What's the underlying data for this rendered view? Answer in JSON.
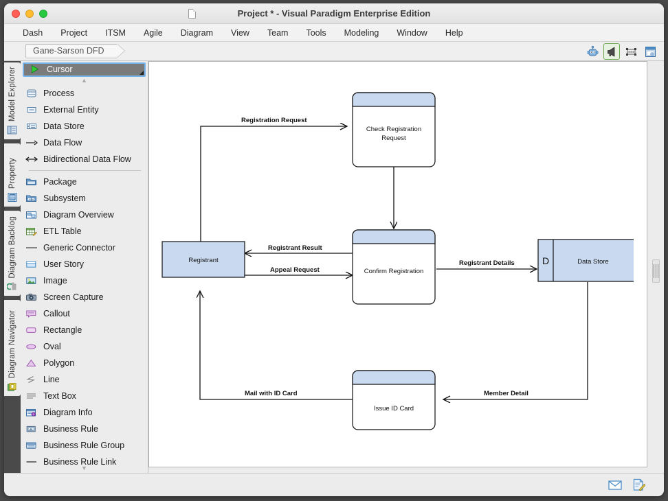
{
  "window": {
    "title": "Project * - Visual Paradigm Enterprise Edition",
    "doc_icon": "document-icon",
    "traffic_lights": [
      "close",
      "minimize",
      "maximize"
    ]
  },
  "menubar": {
    "items": [
      {
        "label": "Dash"
      },
      {
        "label": "Project"
      },
      {
        "label": "ITSM"
      },
      {
        "label": "Agile"
      },
      {
        "label": "Diagram"
      },
      {
        "label": "View"
      },
      {
        "label": "Team"
      },
      {
        "label": "Tools"
      },
      {
        "label": "Modeling"
      },
      {
        "label": "Window"
      },
      {
        "label": "Help"
      }
    ]
  },
  "tabstrip": {
    "active_tab": "Gane-Sarson DFD",
    "tools": [
      {
        "name": "ai-robot-icon",
        "active": false
      },
      {
        "name": "megaphone-icon",
        "active": true
      },
      {
        "name": "fit-size-icon",
        "active": false
      },
      {
        "name": "panel-layout-icon",
        "active": false
      }
    ]
  },
  "side_tabs": [
    {
      "label": "Model Explorer",
      "icon": "model-explorer-icon"
    },
    {
      "label": "Property",
      "icon": "property-icon"
    },
    {
      "label": "Diagram Backlog",
      "icon": "backlog-icon"
    },
    {
      "label": "Diagram Navigator",
      "icon": "navigator-icon"
    }
  ],
  "palette": {
    "selected": {
      "label": "Cursor",
      "icon": "cursor-arrow-icon"
    },
    "scroll_up": "▲",
    "scroll_down": "▼",
    "groups": [
      {
        "items": [
          {
            "label": "Process",
            "icon": "process-icon"
          },
          {
            "label": "External Entity",
            "icon": "external-entity-icon"
          },
          {
            "label": "Data Store",
            "icon": "data-store-icon"
          },
          {
            "label": "Data Flow",
            "icon": "data-flow-arrow-icon"
          },
          {
            "label": "Bidirectional Data Flow",
            "icon": "bidirectional-arrow-icon"
          }
        ]
      },
      {
        "items": [
          {
            "label": "Package",
            "icon": "package-icon"
          },
          {
            "label": "Subsystem",
            "icon": "subsystem-icon"
          },
          {
            "label": "Diagram Overview",
            "icon": "diagram-overview-icon"
          },
          {
            "label": "ETL Table",
            "icon": "etl-table-icon"
          },
          {
            "label": "Generic Connector",
            "icon": "generic-connector-icon"
          },
          {
            "label": "User Story",
            "icon": "user-story-icon"
          },
          {
            "label": "Image",
            "icon": "image-icon"
          },
          {
            "label": "Screen Capture",
            "icon": "screen-capture-icon"
          },
          {
            "label": "Callout",
            "icon": "callout-icon"
          },
          {
            "label": "Rectangle",
            "icon": "rectangle-icon"
          },
          {
            "label": "Oval",
            "icon": "oval-icon"
          },
          {
            "label": "Polygon",
            "icon": "polygon-icon"
          },
          {
            "label": "Line",
            "icon": "line-icon"
          },
          {
            "label": "Text Box",
            "icon": "text-box-icon"
          },
          {
            "label": "Diagram Info",
            "icon": "diagram-info-icon"
          },
          {
            "label": "Business Rule",
            "icon": "business-rule-icon"
          },
          {
            "label": "Business Rule Group",
            "icon": "business-rule-group-icon"
          },
          {
            "label": "Business Rule Link",
            "icon": "business-rule-link-icon"
          }
        ]
      }
    ]
  },
  "diagram": {
    "type": "Gane-Sarson DFD",
    "colors": {
      "shape_fill_header": "#c9d9ef",
      "entity_fill": "#c9d9ef",
      "stroke": "#000000",
      "canvas": "#ffffff"
    },
    "nodes": [
      {
        "id": "p1",
        "kind": "process",
        "label": "Check Registration Request"
      },
      {
        "id": "p2",
        "kind": "process",
        "label": "Confirm Registration"
      },
      {
        "id": "p3",
        "kind": "process",
        "label": "Issue ID Card"
      },
      {
        "id": "e1",
        "kind": "external-entity",
        "label": "Registrant"
      },
      {
        "id": "d1",
        "kind": "data-store",
        "label": "Data Store",
        "index": "D"
      }
    ],
    "flows": [
      {
        "id": "f1",
        "label": "Registration Request",
        "from": "e1",
        "to": "p1"
      },
      {
        "id": "f2",
        "label": "Registrant Result",
        "from": "p2",
        "to": "e1"
      },
      {
        "id": "f3",
        "label": "Appeal Request",
        "from": "e1",
        "to": "p2"
      },
      {
        "id": "f4",
        "label": "Registrant Details",
        "from": "p2",
        "to": "d1"
      },
      {
        "id": "f5",
        "label": "Member Detail",
        "from": "d1",
        "to": "p3"
      },
      {
        "id": "f6",
        "label": "Mail with ID Card",
        "from": "p3",
        "to": "e1"
      },
      {
        "id": "f7",
        "label": "",
        "from": "p1",
        "to": "p2"
      }
    ]
  },
  "statusbar": {
    "icons": [
      {
        "name": "mail-icon"
      },
      {
        "name": "document-edit-icon"
      }
    ]
  }
}
